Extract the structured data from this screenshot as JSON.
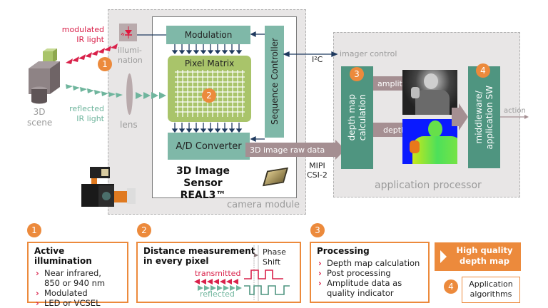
{
  "scene": {
    "modulated_light_label": "modulated\nIR light",
    "reflected_light_label": "reflected\nIR light",
    "scene_label": "3D\nscene",
    "illumination_label": "illumi-\nnation",
    "lens_label": "lens"
  },
  "camera_module": {
    "label": "camera module",
    "sensor": {
      "modulation": "Modulation",
      "pixel_matrix": "Pixel Matrix",
      "ad_converter": "A/D Converter",
      "sequence_controller": "Sequence Controller",
      "title_line1": "3D Image Sensor",
      "title_line2": "REAL3™"
    }
  },
  "links": {
    "i2c": "I²C",
    "imager_control": "imager control",
    "raw_data": "3D image raw data",
    "mipi": "MIPI\nCSI-2",
    "action": "action"
  },
  "app_processor": {
    "label": "application processor",
    "depth_calc": "depth map\ncalculation",
    "amplitude": "amplitude",
    "depth": "depth",
    "middleware": "middleware/\napplication SW"
  },
  "badges": [
    "1",
    "2",
    "3",
    "4"
  ],
  "info": {
    "box1": {
      "badge": "1",
      "title": "Active illumination",
      "items": [
        "Near infrared,\n850 or 940 nm",
        "Modulated",
        "LED or VCSEL"
      ]
    },
    "box2": {
      "badge": "2",
      "title": "Distance measurement\nin every pixel",
      "phase_shift": "Phase\nShift",
      "transmitted": "transmitted",
      "reflected": "reflected"
    },
    "box3": {
      "badge": "3",
      "title": "Processing",
      "items": [
        "Depth map calculation",
        "Post processing",
        "Amplitude data as\nquality indicator"
      ]
    },
    "result": "High quality\ndepth map",
    "box4": {
      "badge": "4",
      "label": "Application\nalgorithms"
    }
  },
  "colors": {
    "accent_orange": "#ec8a3c",
    "teal": "#7fb8a8",
    "dark_teal": "#4f9580",
    "pixel_green": "#a9c46a",
    "ir_red": "#d9214a",
    "reflected_green": "#6fb59d",
    "data_arrow": "#a58f92"
  }
}
